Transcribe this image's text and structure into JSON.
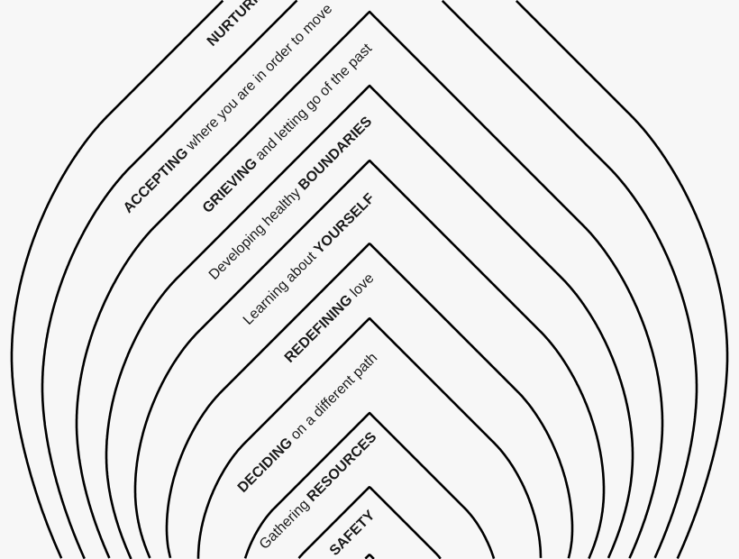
{
  "diagram": {
    "colors": {
      "background": "#f7f7f7",
      "stroke": "#000000",
      "text": "#1a1a1a"
    },
    "layers": [
      {
        "parts": [
          {
            "text": "NURTURING",
            "bold": true
          }
        ]
      },
      {
        "parts": [
          {
            "text": "ACCEPTING",
            "bold": true
          },
          {
            "text": " where you are in order to move",
            "bold": false
          }
        ]
      },
      {
        "parts": [
          {
            "text": "GRIEVING",
            "bold": true
          },
          {
            "text": " and letting go of the past",
            "bold": false
          }
        ]
      },
      {
        "parts": [
          {
            "text": "Developing healthy ",
            "bold": false
          },
          {
            "text": "BOUNDARIES",
            "bold": true
          }
        ]
      },
      {
        "parts": [
          {
            "text": "Learning about ",
            "bold": false
          },
          {
            "text": "YOURSELF",
            "bold": true
          }
        ]
      },
      {
        "parts": [
          {
            "text": "REDEFINING",
            "bold": true
          },
          {
            "text": " love",
            "bold": false
          }
        ]
      },
      {
        "parts": [
          {
            "text": "DECIDING",
            "bold": true
          },
          {
            "text": " on a different path",
            "bold": false
          }
        ]
      },
      {
        "parts": [
          {
            "text": "Gathering ",
            "bold": false
          },
          {
            "text": "RESOURCES",
            "bold": true
          }
        ]
      },
      {
        "parts": [
          {
            "text": "SAFETY",
            "bold": true
          }
        ]
      }
    ]
  }
}
